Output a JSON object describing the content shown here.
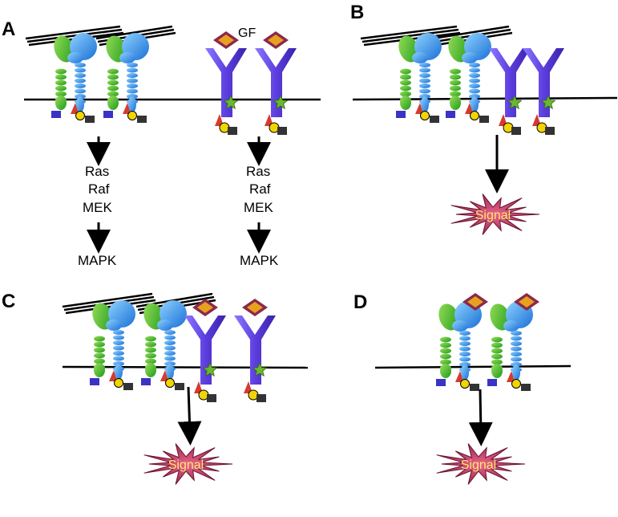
{
  "panels": {
    "a": {
      "letter": "A"
    },
    "b": {
      "letter": "B"
    },
    "c": {
      "letter": "C"
    },
    "d": {
      "letter": "D"
    }
  },
  "gf_label": "GF",
  "pathway_left": [
    "Ras",
    "Raf",
    "MEK"
  ],
  "pathway_right": [
    "Ras",
    "Raf",
    "MEK"
  ],
  "mapk_label": "MAPK",
  "signal_label": "Signal",
  "colors": {
    "membrane": "#000000",
    "green_chain": "#3cbf2a",
    "blue_chain": "#2f8fe6",
    "receptor": "#6a4fd9",
    "gf_diamond": "#e8a020",
    "star": "#6ab82e",
    "signal_burst": "#b8335a",
    "signal_text": "#ffe96b",
    "triangle": "#d63a2f",
    "circle": "#f2d400",
    "square": "#333333",
    "blue_square": "#3b33c4"
  }
}
